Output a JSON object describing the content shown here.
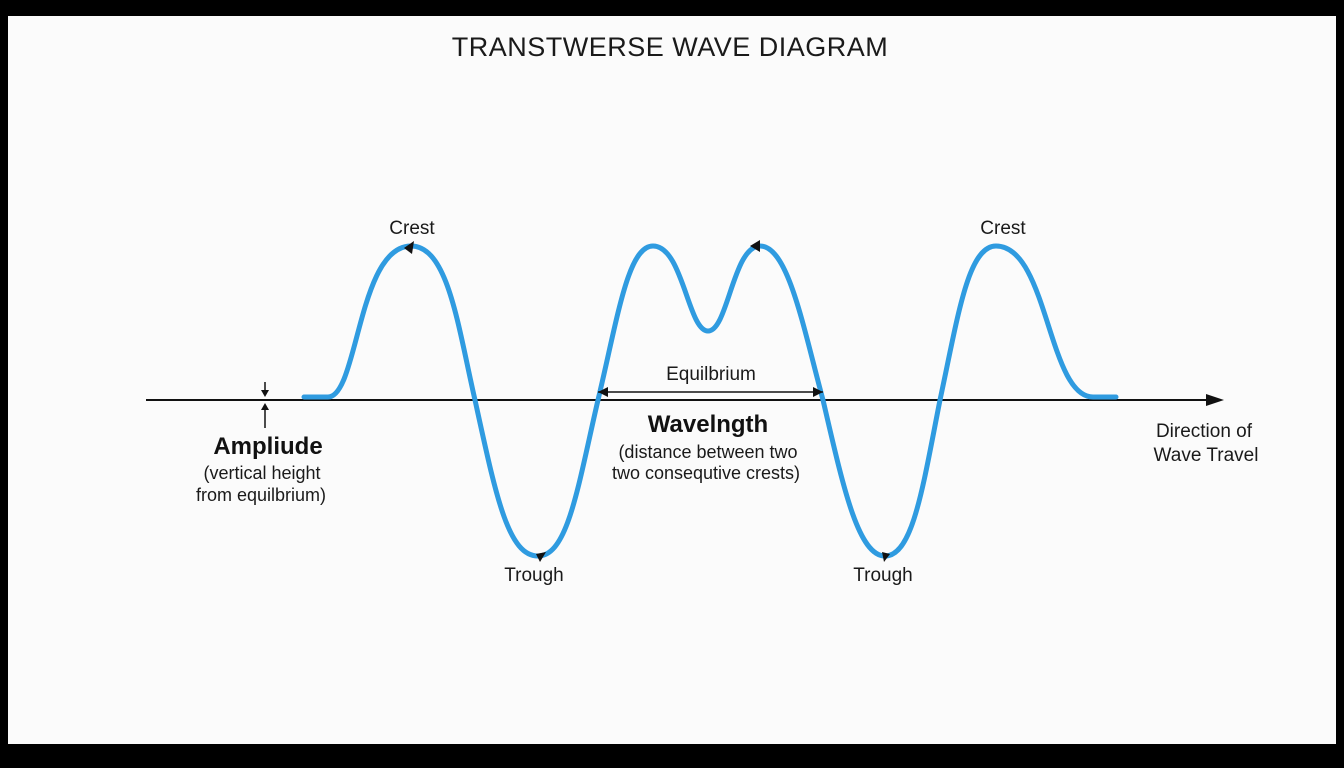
{
  "title": "TRANSTWERSE WAVE DIAGRAM",
  "colors": {
    "wave": "#2f9be0",
    "axis": "#111111",
    "background": "#fbfbfb",
    "text": "#1a1a1a"
  },
  "labels": {
    "crest_left": "Crest",
    "crest_right": "Crest",
    "trough_left": "Trough",
    "trough_right": "Trough",
    "equilibrium": "Equilbrium",
    "wavelength": "Wavelngth",
    "wavelength_note_1": "(distance between two",
    "wavelength_note_2": "two consequtive crests)",
    "amplitude": "Ampliude",
    "amplitude_note_1": "(vertical height",
    "amplitude_note_2": "from equilbrium)",
    "direction_1": "Direction of",
    "direction_2": "Wave Travel"
  }
}
